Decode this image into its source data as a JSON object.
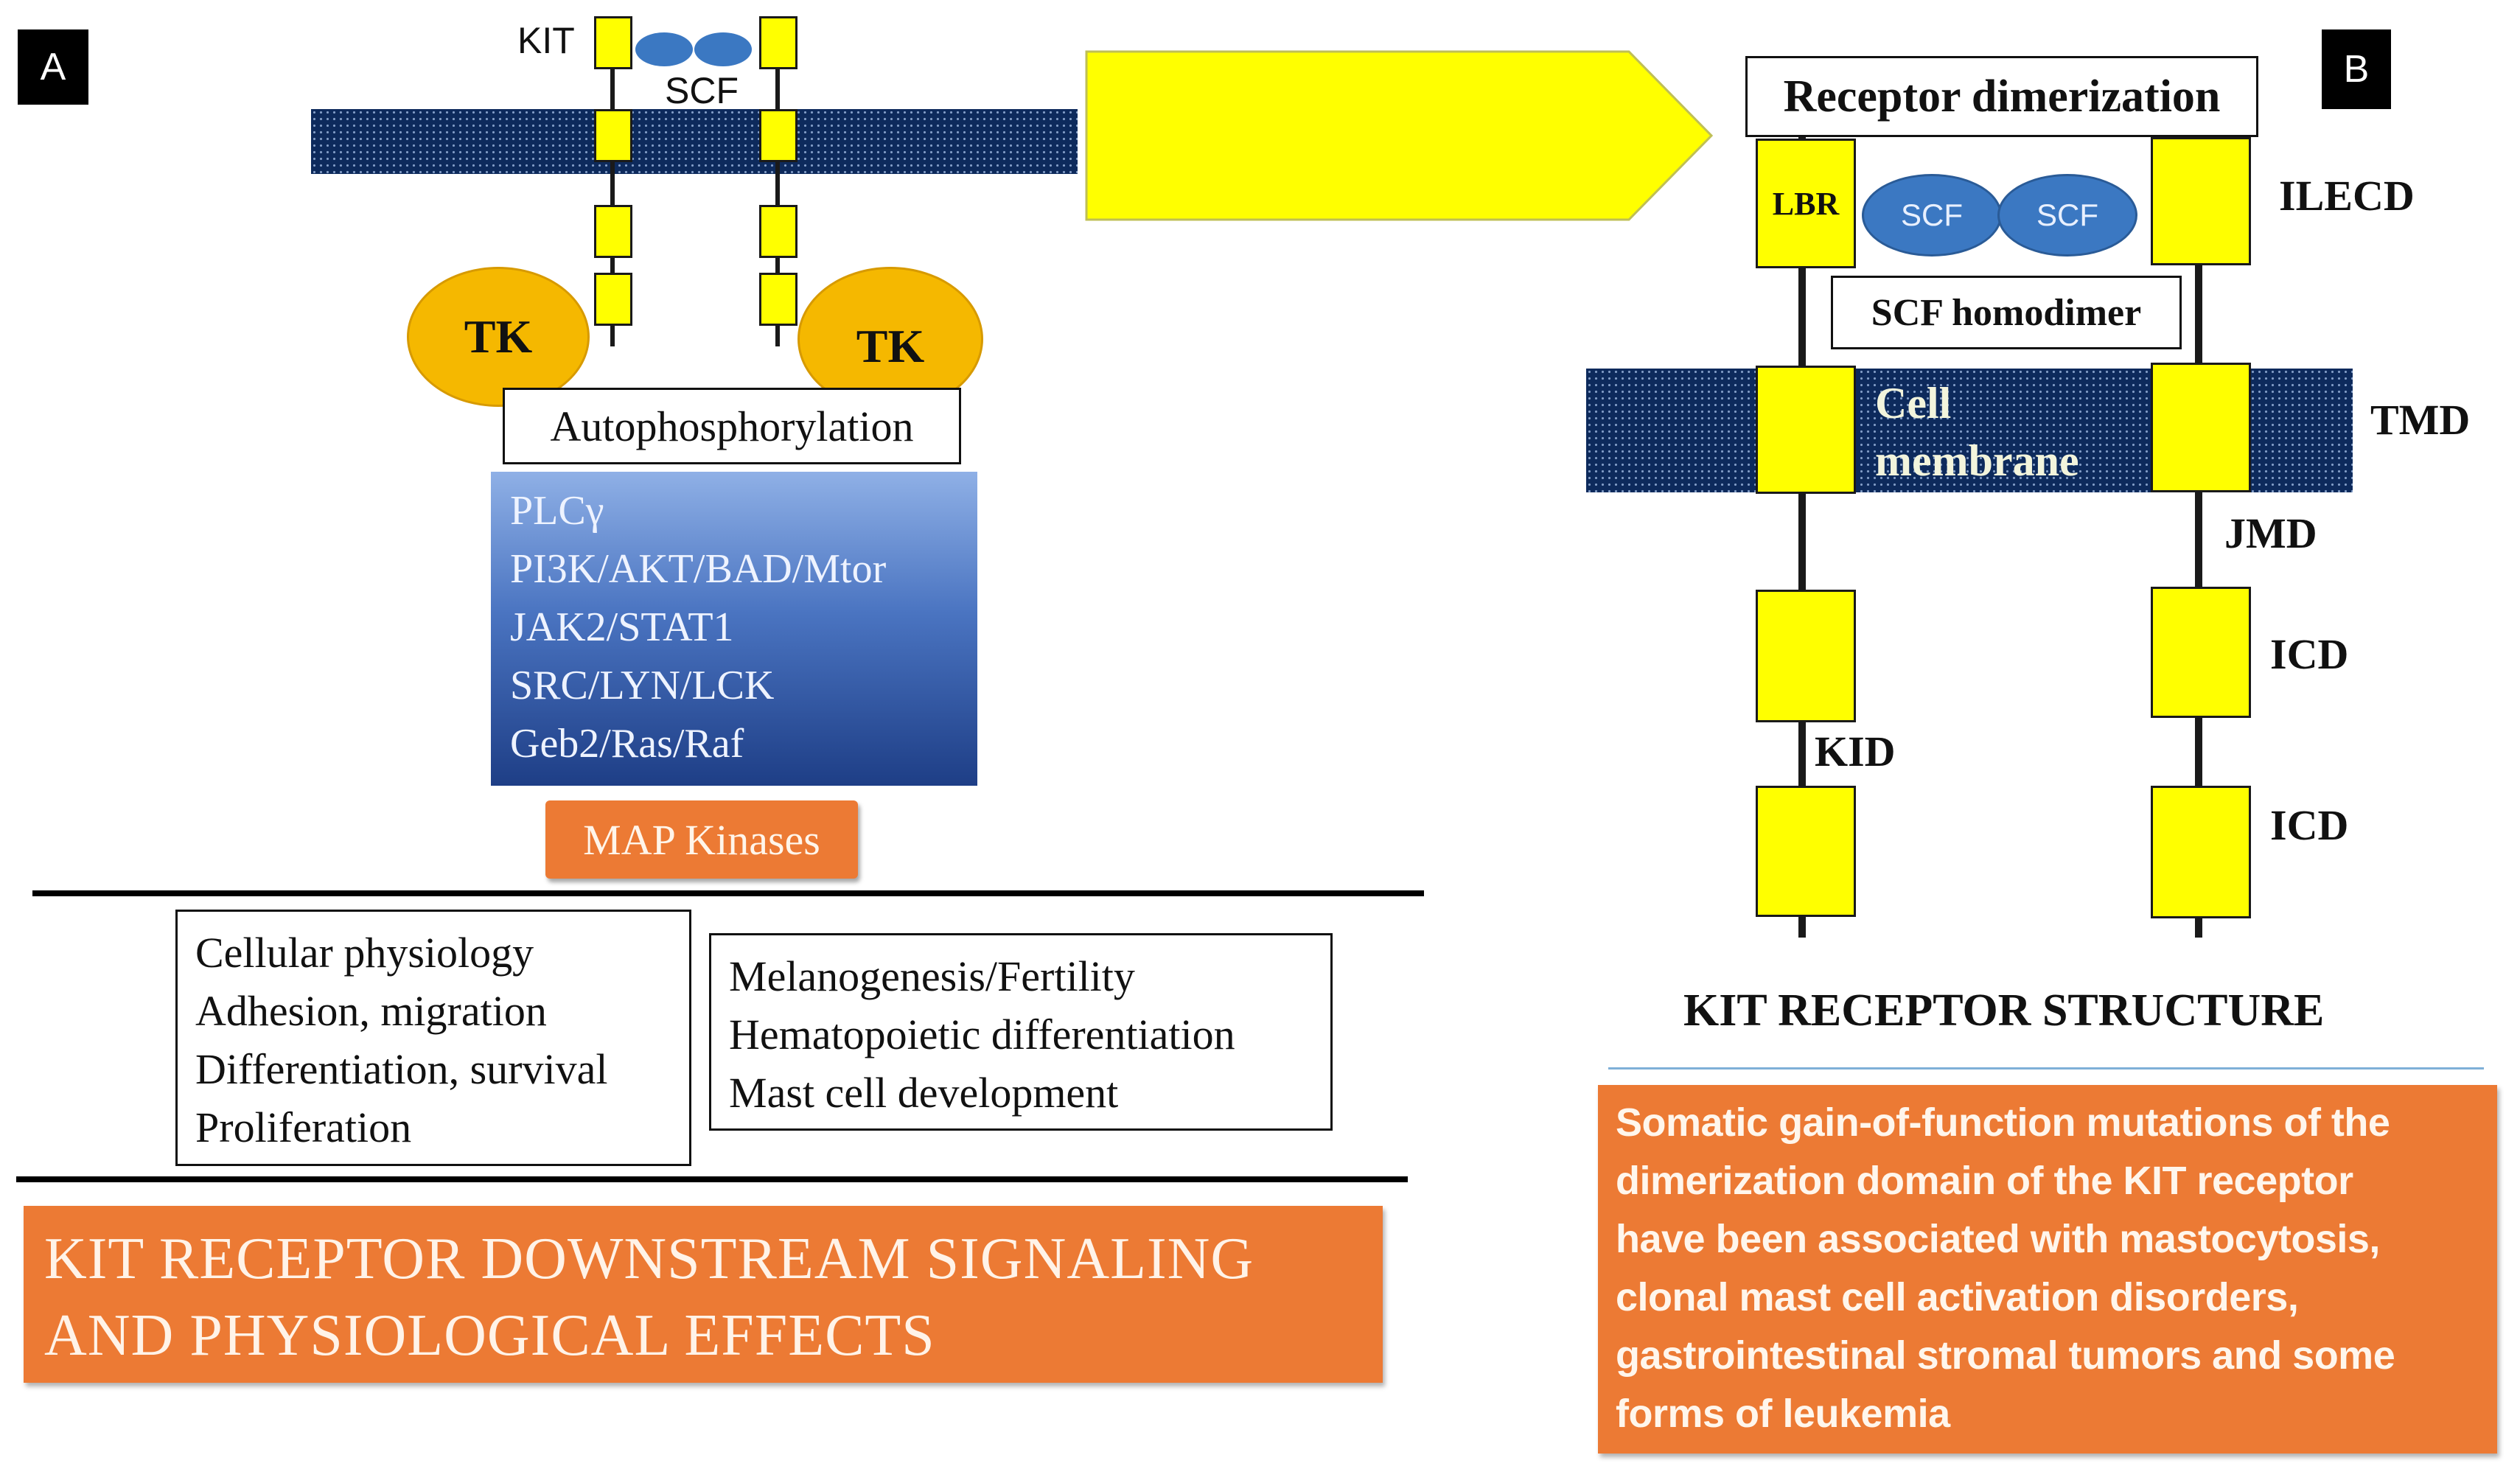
{
  "panelA": {
    "letter": "A",
    "kit_label": "KIT",
    "scf_label": "SCF",
    "tk_left": "TK",
    "tk_right": "TK",
    "autophos": "Autophosphorylation",
    "pathways": [
      "PLCγ",
      "PI3K/AKT/BAD/Mtor",
      "JAK2/STAT1",
      "SRC/LYN/LCK",
      "Geb2/Ras/Raf"
    ],
    "map_kinases": "MAP Kinases",
    "effects_left": [
      "Cellular physiology",
      "Adhesion, migration",
      "Differentiation, survival",
      "Proliferation"
    ],
    "effects_right": [
      "Melanogenesis/Fertility",
      "Hematopoietic differentiation",
      "Mast cell development"
    ],
    "banner_line1": "KIT RECEPTOR DOWNSTREAM SIGNALING",
    "banner_line2": "AND PHYSIOLOGICAL EFFECTS"
  },
  "panelB": {
    "letter": "B",
    "receptor_dimerization": "Receptor dimerization",
    "lbr": "LBR",
    "scf1": "SCF",
    "scf2": "SCF",
    "scf_homodimer": "SCF homodimer",
    "cell_membrane_1": "Cell",
    "cell_membrane_2": "membrane",
    "ilecd": "ILECD",
    "tmd": "TMD",
    "jmd": "JMD",
    "icd1": "ICD",
    "icd2": "ICD",
    "kid": "KID",
    "structure_title": "KIT RECEPTOR STRUCTURE",
    "mutation_text": [
      "Somatic gain-of-function mutations of the",
      "dimerization domain of the KIT receptor",
      "have been associated with mastocytosis,",
      "clonal mast cell activation disorders,",
      "gastrointestinal stromal tumors and some",
      "forms of leukemia"
    ]
  },
  "colors": {
    "membrane": "#0d2a5c",
    "domain_yellow": "#ffff00",
    "tk_orange": "#f5b800",
    "orange_banner": "#ec7a34",
    "pathway_blue": "#3a62ad",
    "scf_blue": "#3b78c2"
  }
}
